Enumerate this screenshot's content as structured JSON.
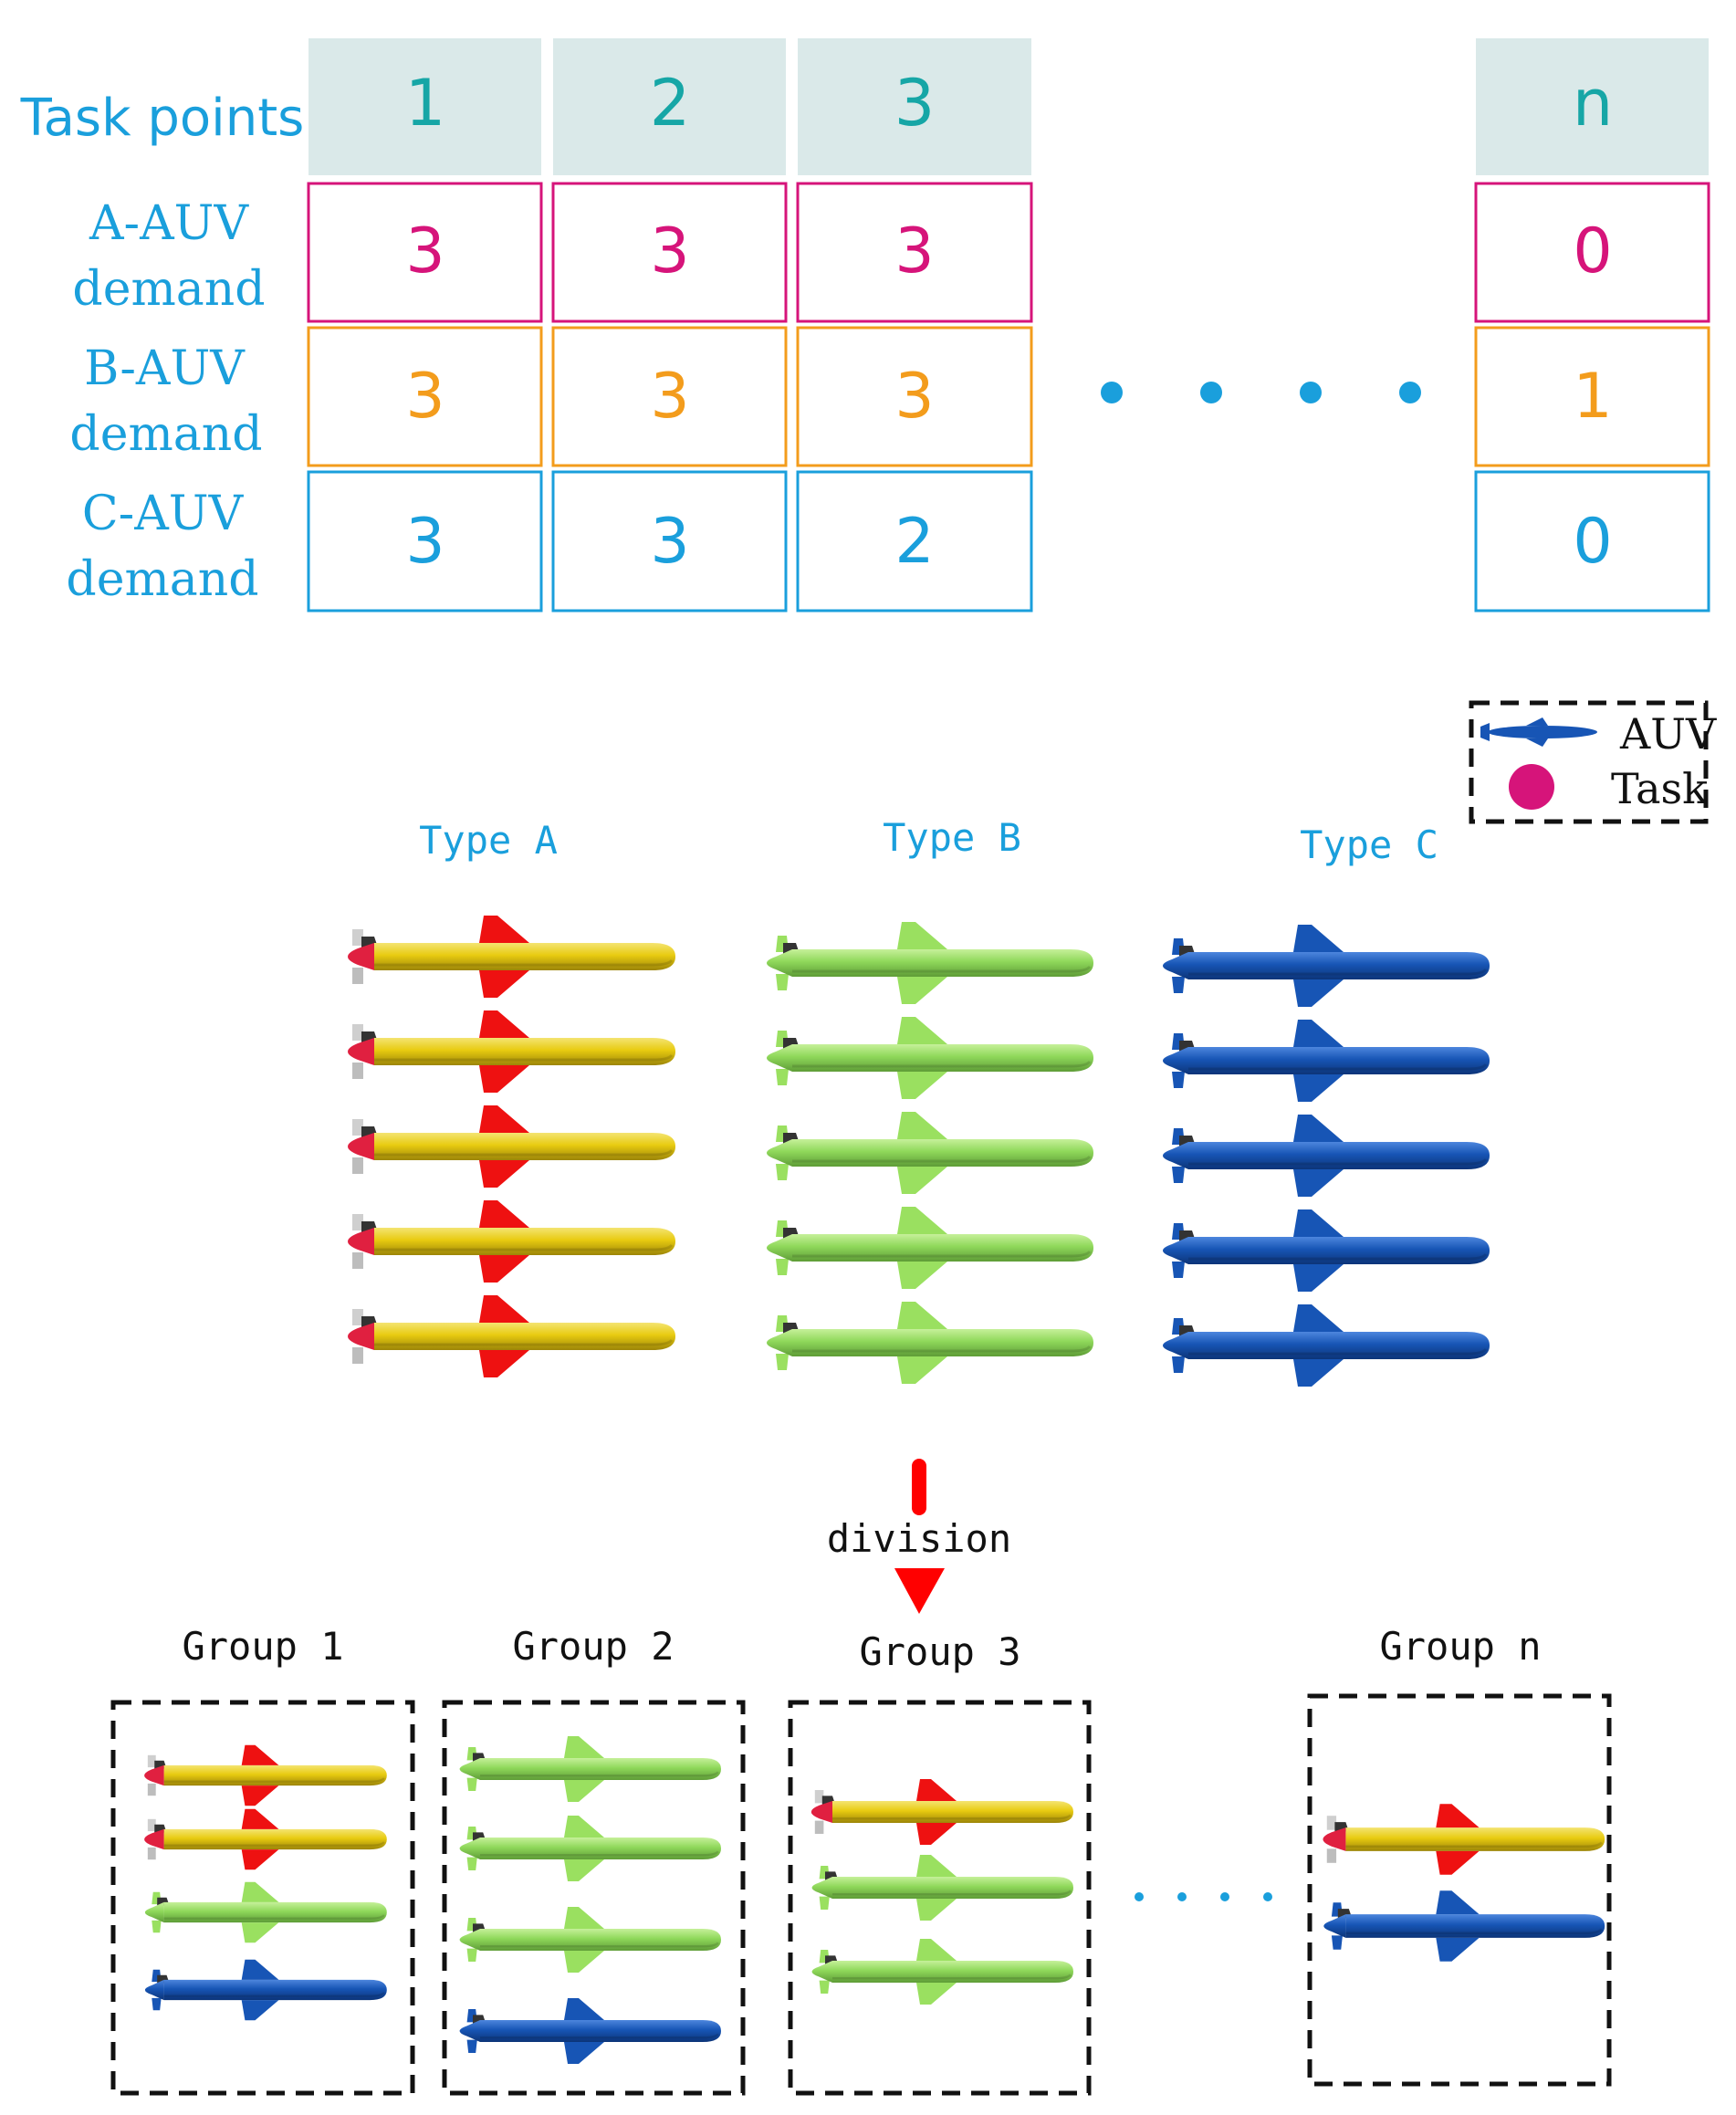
{
  "table": {
    "header_label": "Task points",
    "columns": [
      "1",
      "2",
      "3",
      "n"
    ],
    "rows": [
      {
        "label": [
          "A-AUV",
          "demand"
        ],
        "values": [
          "3",
          "3",
          "3",
          "0"
        ],
        "color": "#d6147a"
      },
      {
        "label": [
          "B-AUV",
          "demand"
        ],
        "values": [
          "3",
          "3",
          "3",
          "1"
        ],
        "color": "#f39c1c"
      },
      {
        "label": [
          "C-AUV",
          "demand"
        ],
        "values": [
          "3",
          "3",
          "2",
          "0"
        ],
        "color": "#1a9fdc"
      }
    ],
    "header_bg": "#dae9e9",
    "header_text_color": "#16a6a6",
    "label_color": "#1a9fdc"
  },
  "legend": {
    "auv_label": "AUV",
    "task_label": "Task",
    "task_color": "#d6147a"
  },
  "types": [
    {
      "label": "Type A",
      "key": "A",
      "count": 5
    },
    {
      "label": "Type B",
      "key": "B",
      "count": 5
    },
    {
      "label": "Type C",
      "key": "C",
      "count": 5
    }
  ],
  "division_label": "division",
  "groups": [
    {
      "label": "Group 1",
      "members": [
        "A",
        "A",
        "B",
        "C"
      ]
    },
    {
      "label": "Group 2",
      "members": [
        "B",
        "B",
        "B",
        "C"
      ]
    },
    {
      "label": "Group 3",
      "members": [
        "A",
        "B",
        "B"
      ]
    },
    {
      "label": "Group n",
      "members": [
        "A",
        "C"
      ]
    }
  ],
  "auv_colors": {
    "A": {
      "body": "#e8cb10",
      "fin": "#ee1111",
      "nose": "#e02040"
    },
    "B": {
      "body": "#8fd85a",
      "fin": "#9ae060",
      "nose": "#8fd85a"
    },
    "C": {
      "body": "#1755b5",
      "fin": "#1755b5",
      "nose": "#1755b5"
    }
  },
  "arrow_color": "#ff0000",
  "dots_color": "#1a9fdc"
}
